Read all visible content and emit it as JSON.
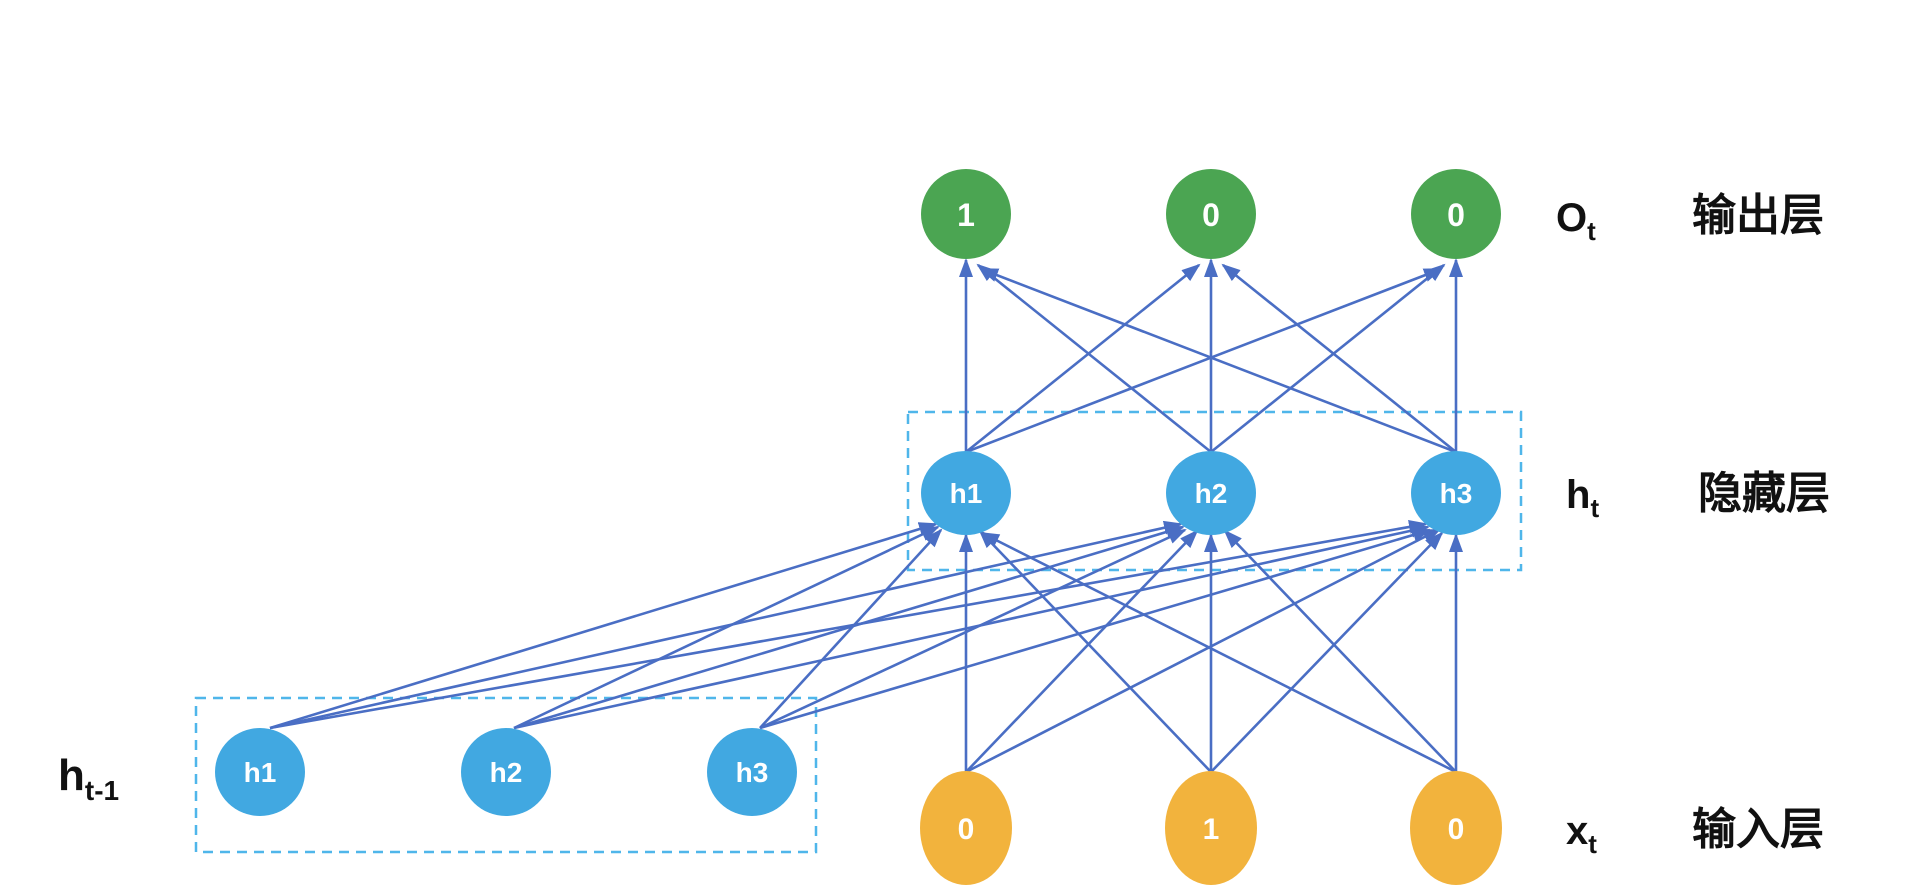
{
  "diagram": {
    "layers": {
      "output": {
        "symbol": "O",
        "subscript": "t",
        "layer_name": "输出层",
        "nodes": [
          "1",
          "0",
          "0"
        ]
      },
      "hidden": {
        "symbol": "h",
        "subscript": "t",
        "layer_name": "隐藏层",
        "nodes": [
          "h1",
          "h2",
          "h3"
        ]
      },
      "prev_hidden": {
        "symbol": "h",
        "subscript": "t-1",
        "nodes": [
          "h1",
          "h2",
          "h3"
        ]
      },
      "input": {
        "symbol": "x",
        "subscript": "t",
        "layer_name": "输入层",
        "nodes": [
          "0",
          "1",
          "0"
        ]
      }
    },
    "colors": {
      "output_node": "#4BA552",
      "hidden_node": "#41A8E1",
      "input_node": "#F2B33D",
      "edge": "#4A6EC4",
      "dashed_box": "#4FB6EA",
      "node_text": "#FFFFFF",
      "label_text": "#111111"
    }
  }
}
